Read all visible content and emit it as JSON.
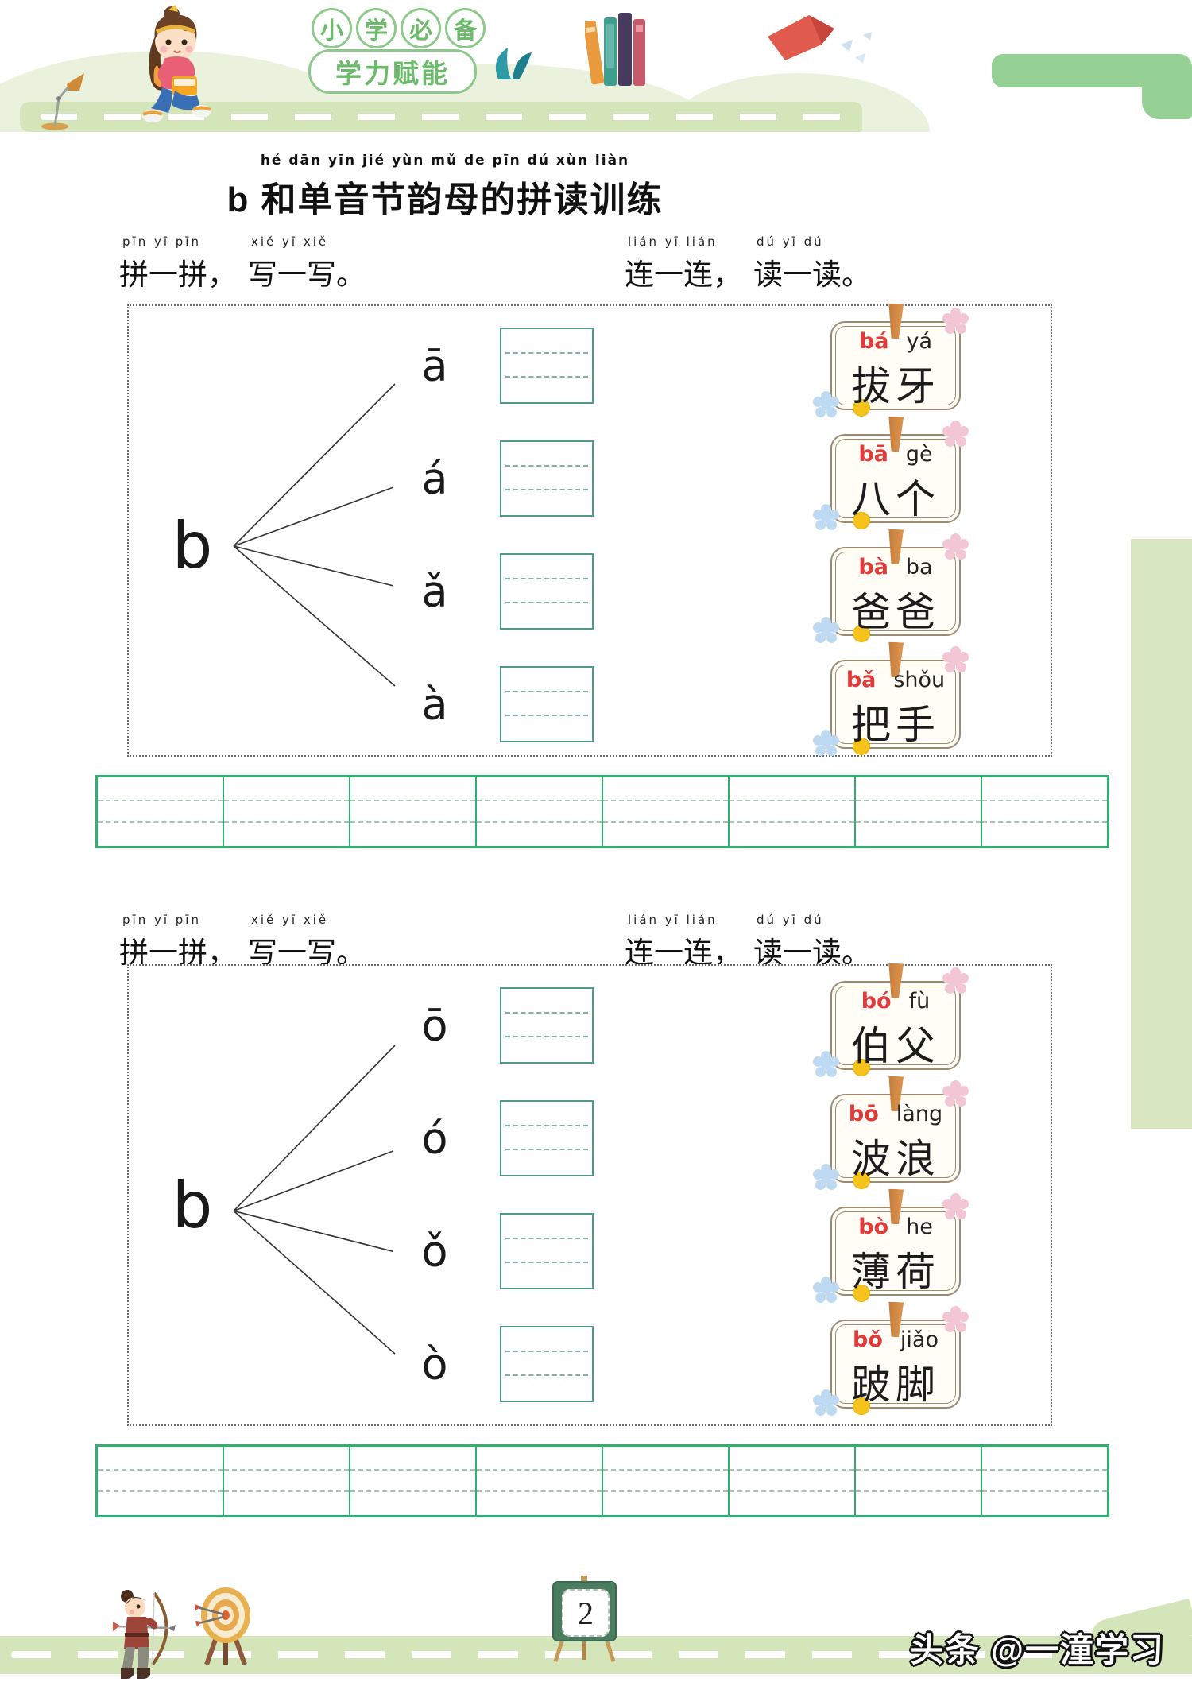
{
  "header": {
    "badge_top_chars": [
      "小",
      "学",
      "必",
      "备"
    ],
    "badge_bottom": "学力赋能"
  },
  "title": {
    "pinyin": "hé dān yīn jié yùn mǔ de pīn dú xùn liàn",
    "text": "b 和单音节韵母的拼读训练"
  },
  "sections": [
    {
      "left_task": {
        "pinyin_a": "pīn yī pīn",
        "text_a": "拼一拼，",
        "pinyin_b": "xiě yī xiě",
        "text_b": "写一写。"
      },
      "right_task": {
        "pinyin_a": "lián yī lián",
        "text_a": "连一连，",
        "pinyin_b": "dú yī dú",
        "text_b": "读一读。"
      },
      "initial": "b",
      "finals": [
        "ā",
        "á",
        "ǎ",
        "à"
      ],
      "cards": [
        {
          "pinyin_red": "bá",
          "pinyin_black": "yá",
          "word": "拔牙"
        },
        {
          "pinyin_red": "bā",
          "pinyin_black": "gè",
          "word": "八个"
        },
        {
          "pinyin_red": "bà",
          "pinyin_black": "ba",
          "word": "爸爸"
        },
        {
          "pinyin_red": "bǎ",
          "pinyin_black": "shǒu",
          "word": "把手"
        }
      ]
    },
    {
      "left_task": {
        "pinyin_a": "pīn yī pīn",
        "text_a": "拼一拼，",
        "pinyin_b": "xiě yī xiě",
        "text_b": "写一写。"
      },
      "right_task": {
        "pinyin_a": "lián yī lián",
        "text_a": "连一连，",
        "pinyin_b": "dú yī dú",
        "text_b": "读一读。"
      },
      "initial": "b",
      "finals": [
        "ō",
        "ó",
        "ǒ",
        "ò"
      ],
      "cards": [
        {
          "pinyin_red": "bó",
          "pinyin_black": "fù",
          "word": "伯父"
        },
        {
          "pinyin_red": "bō",
          "pinyin_black": "làng",
          "word": "波浪"
        },
        {
          "pinyin_red": "bò",
          "pinyin_black": "he",
          "word": "薄荷"
        },
        {
          "pinyin_red": "bǒ",
          "pinyin_black": "jiǎo",
          "word": "跛脚"
        }
      ]
    }
  ],
  "footer": {
    "page_number": "2",
    "watermark": "头条 @一潼学习"
  },
  "colors": {
    "road_green": "#d4e5ba",
    "strip_green": "#2fb06e",
    "writebox_green": "#4f9c80",
    "accent_red": "#e23a3a",
    "card_border": "#9d8a72",
    "badge_green": "#8cc98a",
    "tab_green": "#95d194",
    "sidebar_green": "#d8e7bf"
  }
}
